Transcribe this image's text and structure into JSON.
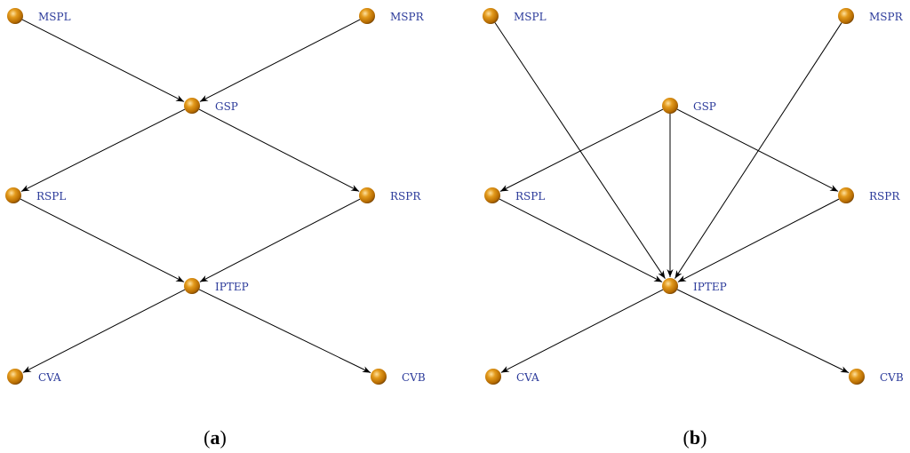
{
  "diagrams": [
    {
      "id": "a",
      "caption_letter": "a",
      "nodes": [
        {
          "id": "MSPL",
          "label": "MSPL"
        },
        {
          "id": "MSPR",
          "label": "MSPR"
        },
        {
          "id": "GSP",
          "label": "GSP"
        },
        {
          "id": "RSPL",
          "label": "RSPL"
        },
        {
          "id": "RSPR",
          "label": "RSPR"
        },
        {
          "id": "IPTEP",
          "label": "IPTEP"
        },
        {
          "id": "CVA",
          "label": "CVA"
        },
        {
          "id": "CVB",
          "label": "CVB"
        }
      ],
      "edges": [
        {
          "from": "MSPL",
          "to": "GSP"
        },
        {
          "from": "MSPR",
          "to": "GSP"
        },
        {
          "from": "GSP",
          "to": "RSPL"
        },
        {
          "from": "GSP",
          "to": "RSPR"
        },
        {
          "from": "RSPL",
          "to": "IPTEP"
        },
        {
          "from": "RSPR",
          "to": "IPTEP"
        },
        {
          "from": "IPTEP",
          "to": "CVA"
        },
        {
          "from": "IPTEP",
          "to": "CVB"
        }
      ]
    },
    {
      "id": "b",
      "caption_letter": "b",
      "nodes": [
        {
          "id": "MSPL",
          "label": "MSPL"
        },
        {
          "id": "MSPR",
          "label": "MSPR"
        },
        {
          "id": "GSP",
          "label": "GSP"
        },
        {
          "id": "RSPL",
          "label": "RSPL"
        },
        {
          "id": "RSPR",
          "label": "RSPR"
        },
        {
          "id": "IPTEP",
          "label": "IPTEP"
        },
        {
          "id": "CVA",
          "label": "CVA"
        },
        {
          "id": "CVB",
          "label": "CVB"
        }
      ],
      "edges": [
        {
          "from": "MSPL",
          "to": "IPTEP"
        },
        {
          "from": "MSPR",
          "to": "IPTEP"
        },
        {
          "from": "GSP",
          "to": "RSPL"
        },
        {
          "from": "GSP",
          "to": "RSPR"
        },
        {
          "from": "GSP",
          "to": "IPTEP"
        },
        {
          "from": "RSPL",
          "to": "IPTEP"
        },
        {
          "from": "RSPR",
          "to": "IPTEP"
        },
        {
          "from": "IPTEP",
          "to": "CVA"
        },
        {
          "from": "IPTEP",
          "to": "CVB"
        }
      ]
    }
  ],
  "colors": {
    "node_fill": "#d4860a",
    "node_highlight": "#ffd27a",
    "node_shadow": "#7a4500",
    "label": "#2b3a9a",
    "edge": "#000000"
  }
}
